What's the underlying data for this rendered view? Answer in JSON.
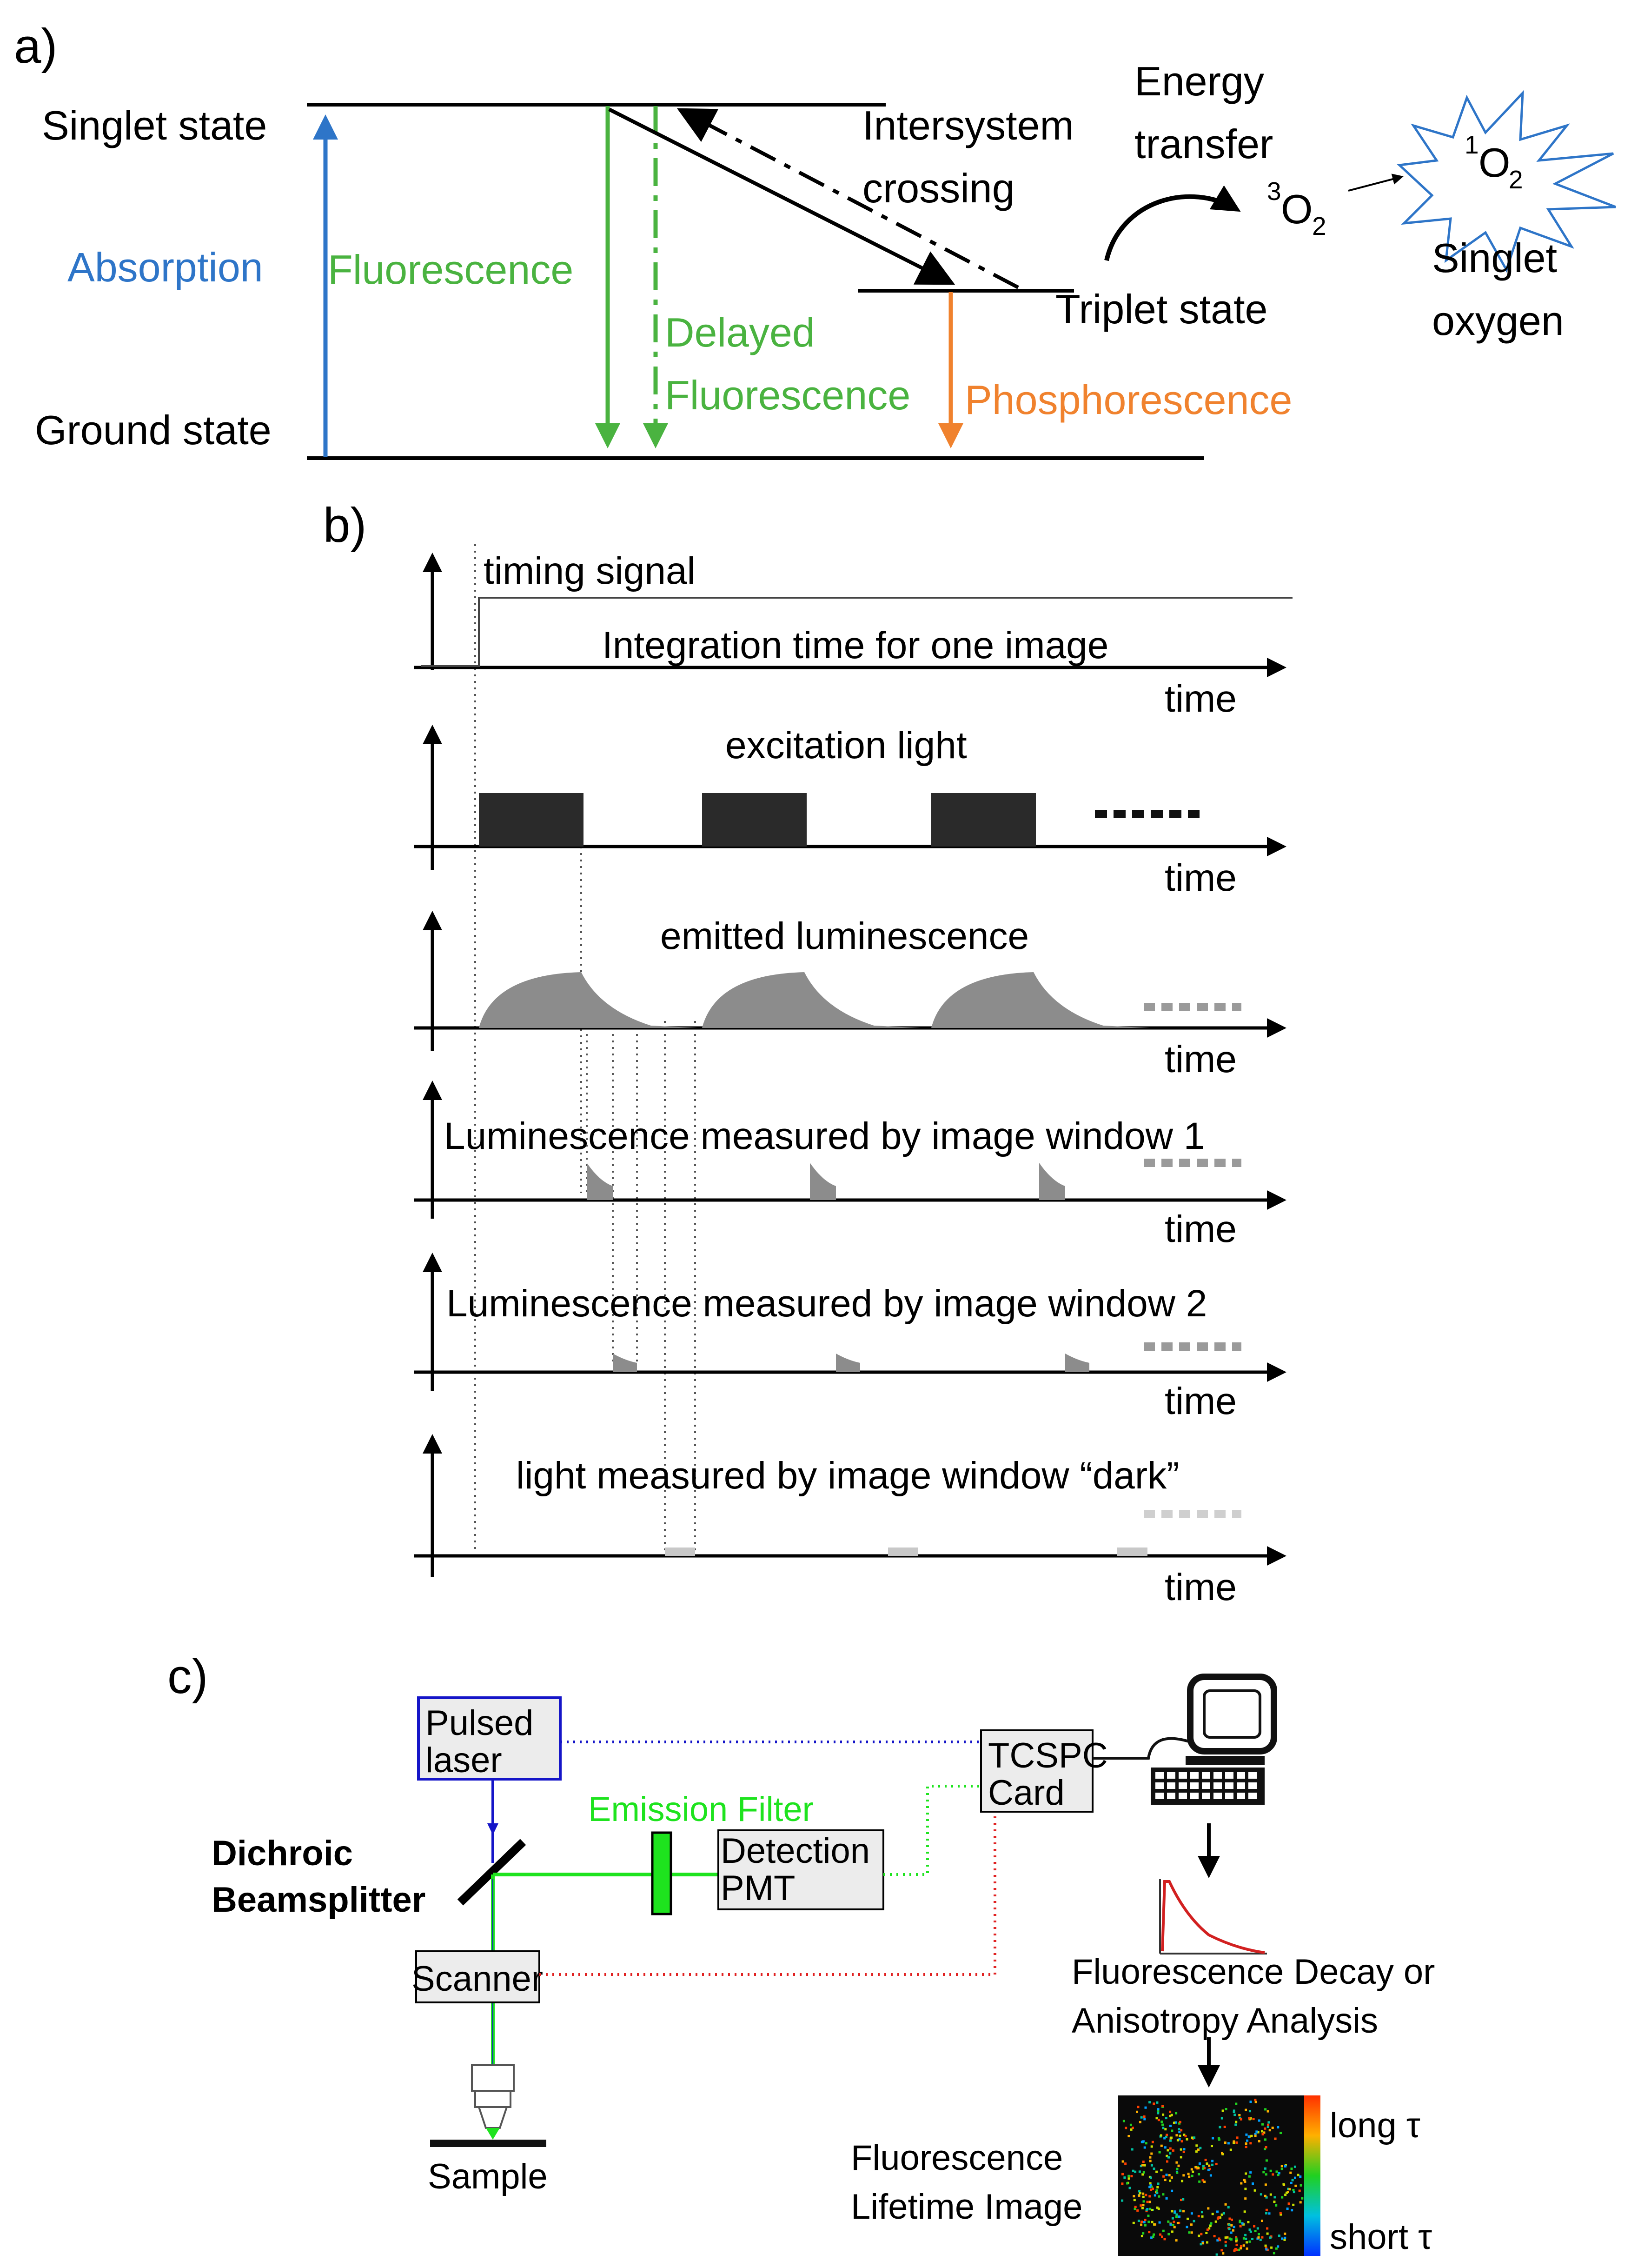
{
  "panel_a": {
    "label": "a)",
    "singlet_state": "Singlet state",
    "ground_state": "Ground state",
    "triplet_state": "Triplet state",
    "absorption": "Absorption",
    "fluorescence": "Fluorescence",
    "delayed_fluorescence_1": "Delayed",
    "delayed_fluorescence_2": "Fluorescence",
    "phosphorescence": "Phosphorescence",
    "isc_1": "Intersystem",
    "isc_2": "crossing",
    "energy_transfer_1": "Energy",
    "energy_transfer_2": "transfer",
    "o2_sup": "3",
    "o2_base": "O",
    "o2_sub": "2",
    "singlet_o2_sup": "1",
    "singlet_o2_base": "O",
    "singlet_o2_sub": "2",
    "singlet_oxygen_1": "Singlet",
    "singlet_oxygen_2": "oxygen"
  },
  "panel_b": {
    "label": "b)",
    "time_label": "time",
    "rows": [
      {
        "title": "timing signal",
        "subtitle": "Integration time for one image"
      },
      {
        "title": "excitation light"
      },
      {
        "title": "emitted luminescence"
      },
      {
        "title": "Luminescence measured by image window 1"
      },
      {
        "title": "Luminescence measured by image window 2"
      },
      {
        "title": "light measured by image window “dark”"
      }
    ]
  },
  "panel_c": {
    "label": "c)",
    "pulsed_laser_1": "Pulsed",
    "pulsed_laser_2": "laser",
    "tcspc_1": "TCSPC",
    "tcspc_2": "Card",
    "emission_filter": "Emission Filter",
    "detection_1": "Detection",
    "detection_2": "PMT",
    "dichroic_1": "Dichroic",
    "dichroic_2": "Beamsplitter",
    "scanner": "Scanner",
    "sample": "Sample",
    "analysis_1": "Fluorescence Decay or",
    "analysis_2": "Anisotropy Analysis",
    "lifetime_1": "Fluorescence",
    "lifetime_2": "Lifetime Image",
    "long_tau": "long τ",
    "short_tau": "short τ"
  },
  "colors": {
    "absorption": "#2e75c8",
    "fluorescence": "#4ab340",
    "phosphorescence": "#f0822e",
    "laser_blue": "#1515c8",
    "beam_green": "#1ee31e",
    "signal_red": "#e02020",
    "pulse_dark": "#2a2a2a",
    "emission_gray": "#8c8c8c",
    "dark_gray": "#c8c8c8"
  }
}
